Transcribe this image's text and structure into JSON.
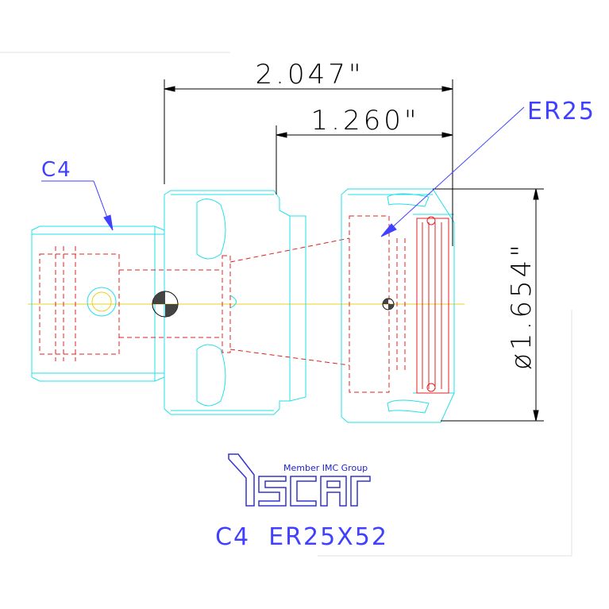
{
  "dimensions": {
    "overall_length": "2.047\"",
    "collet_length": "1.260\"",
    "diameter": "ø1.654\""
  },
  "callouts": {
    "left": "C4",
    "right": "ER25"
  },
  "logo": {
    "member_text": "Member IMC Group",
    "brand": "iscar"
  },
  "designation": "C4  ER25X52",
  "colors": {
    "outline": "#22e0e8",
    "hidden": "#e02020",
    "dimension": "#000000",
    "callout": "#4040ff",
    "centerline": "#e8d020"
  }
}
